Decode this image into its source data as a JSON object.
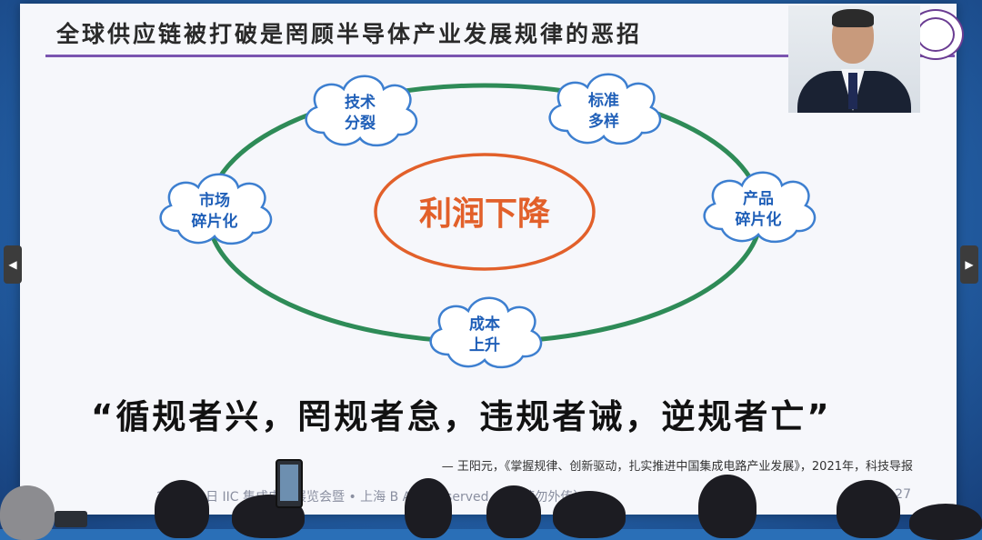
{
  "slide": {
    "title": "全球供应链被打破是罔顾半导体产业发展规律的恶招",
    "center": "利润下降",
    "clouds": [
      {
        "line1": "技术",
        "line2": "分裂"
      },
      {
        "line1": "标准",
        "line2": "多样"
      },
      {
        "line1": "产品",
        "line2": "碎片化"
      },
      {
        "line1": "成本",
        "line2": "上升"
      },
      {
        "line1": "市场",
        "line2": "碎片化"
      }
    ],
    "quote": "“循规者兴，罔规者怠，违规者诫，逆规者亡”",
    "source": "— 王阳元，《掌握规律、创新驱动，扎实推进中国集成电路产业发展》，2021年，科技导报",
    "footer": "20 月30日 IIC 集成电路展览会暨 • 上海 B Al s Reserved （内 请勿外传）",
    "page": "27"
  },
  "colors": {
    "ellipse": "#2e8b57",
    "center_border": "#e2602a",
    "center_text": "#e2602a",
    "cloud_border": "#3d7fd0",
    "cloud_text": "#1f5fb8",
    "title_rule": "#7b55b0"
  },
  "icons": {
    "nav_prev": "◀",
    "nav_next": "▶"
  }
}
